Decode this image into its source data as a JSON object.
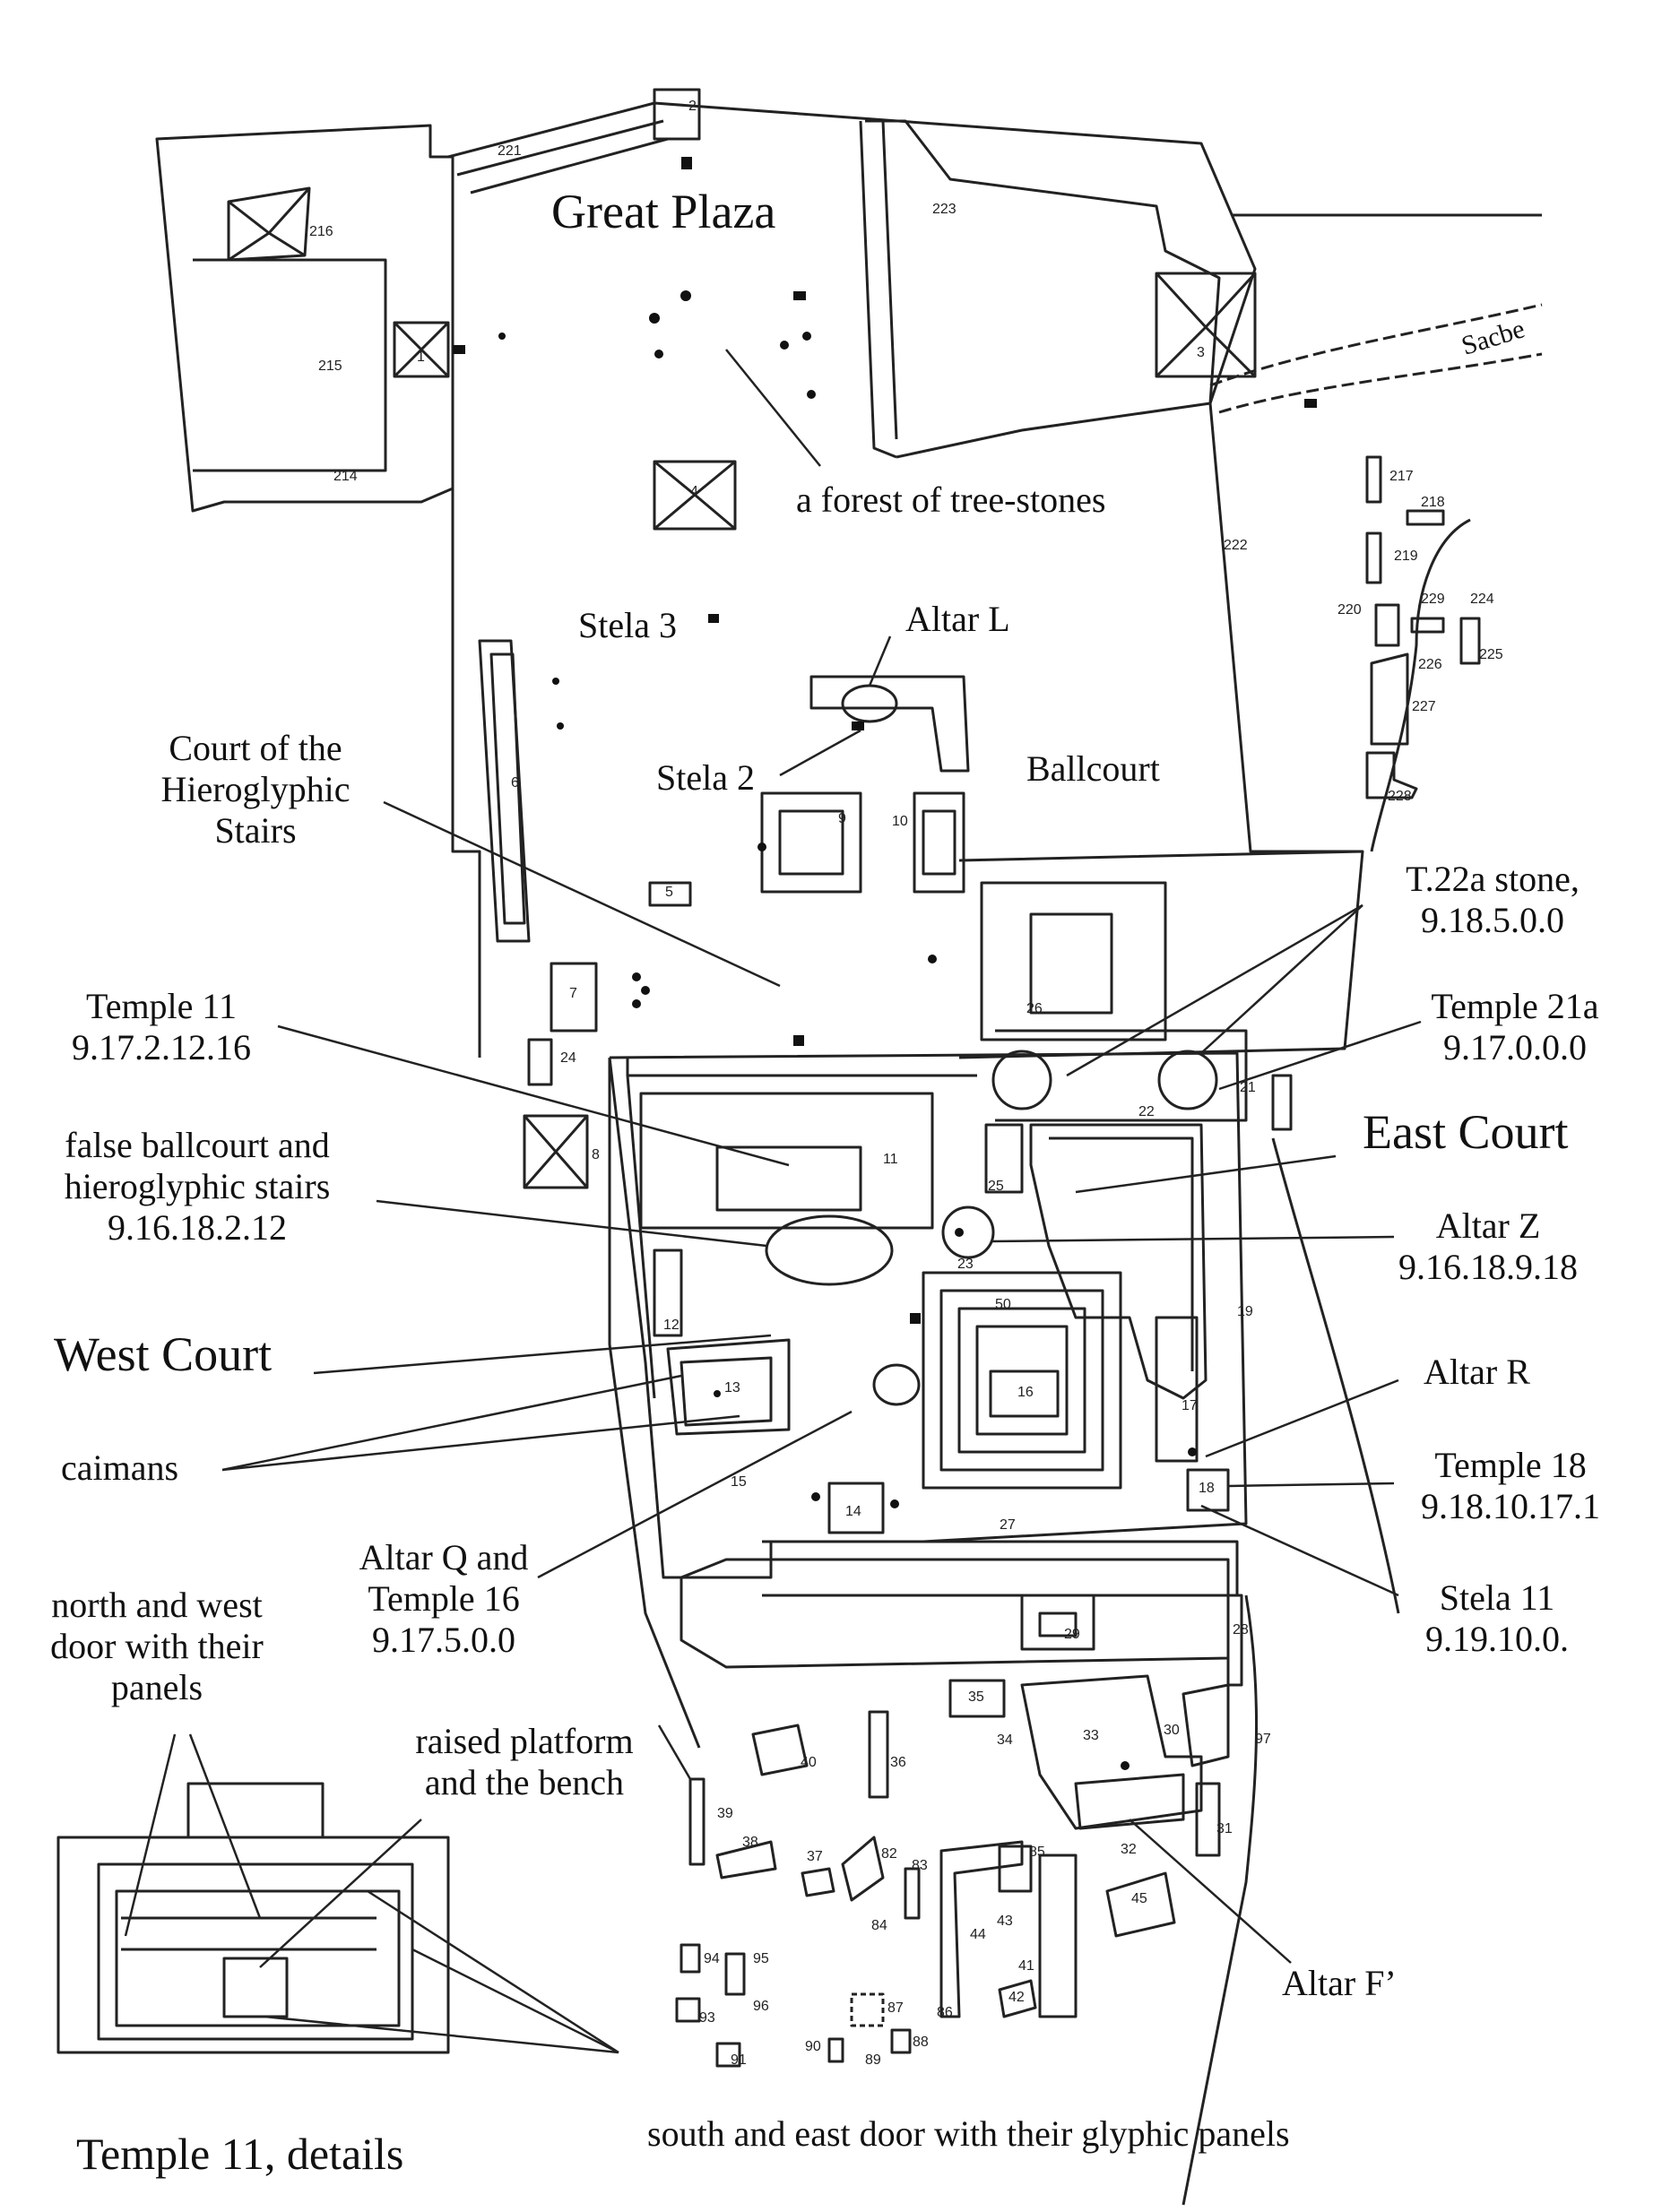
{
  "labels": {
    "great_plaza": "Great Plaza",
    "forest": "a forest of tree-stones",
    "sacbe": "Sacbe",
    "stela3": "Stela 3",
    "altar_l": "Altar L",
    "stela2": "Stela 2",
    "ballcourt": "Ballcourt",
    "court_hiero_1": "Court of the",
    "court_hiero_2": "Hieroglyphic",
    "court_hiero_3": "Stairs",
    "t22a_1": "T.22a stone,",
    "t22a_2": "9.18.5.0.0",
    "temple11_1": "Temple 11",
    "temple11_2": "9.17.2.12.16",
    "temple21a_1": "Temple 21a",
    "temple21a_2": "9.17.0.0.0",
    "east_court": "East Court",
    "false_bc_1": "false ballcourt and",
    "false_bc_2": "hieroglyphic stairs",
    "false_bc_3": "9.16.18.2.12",
    "altar_z_1": "Altar Z",
    "altar_z_2": "9.16.18.9.18",
    "west_court": "West Court",
    "altar_r": "Altar R",
    "caimans": "caimans",
    "temple18_1": "Temple 18",
    "temple18_2": "9.18.10.17.1",
    "altar_q_1": "Altar Q and",
    "altar_q_2": "Temple 16",
    "altar_q_3": "9.17.5.0.0",
    "stela11_1": "Stela 11",
    "stela11_2": "9.19.10.0.",
    "nw_door_1": "north and west",
    "nw_door_2": "door with their",
    "nw_door_3": "panels",
    "raised_1": "raised platform",
    "raised_2": "and the bench",
    "altar_f": "Altar F’",
    "temple11_details": "Temple 11, details",
    "south_east_door": "south and east door with their glyphic panels"
  },
  "structure_numbers": [
    "221",
    "2",
    "216",
    "1",
    "215",
    "214",
    "223",
    "3",
    "4",
    "217",
    "218",
    "219",
    "222",
    "220",
    "229",
    "224",
    "226",
    "225",
    "227",
    "228",
    "6",
    "9",
    "10",
    "5",
    "26",
    "7",
    "24",
    "22",
    "21",
    "8",
    "11",
    "25",
    "23",
    "50",
    "12",
    "19",
    "13",
    "16",
    "17",
    "15",
    "18",
    "14",
    "27",
    "29",
    "28",
    "35",
    "34",
    "33",
    "30",
    "97",
    "36",
    "40",
    "39",
    "38",
    "37",
    "82",
    "83",
    "85",
    "31",
    "32",
    "45",
    "84",
    "43",
    "44",
    "41",
    "94",
    "95",
    "96",
    "93",
    "87",
    "86",
    "42",
    "88",
    "90",
    "89",
    "91"
  ]
}
